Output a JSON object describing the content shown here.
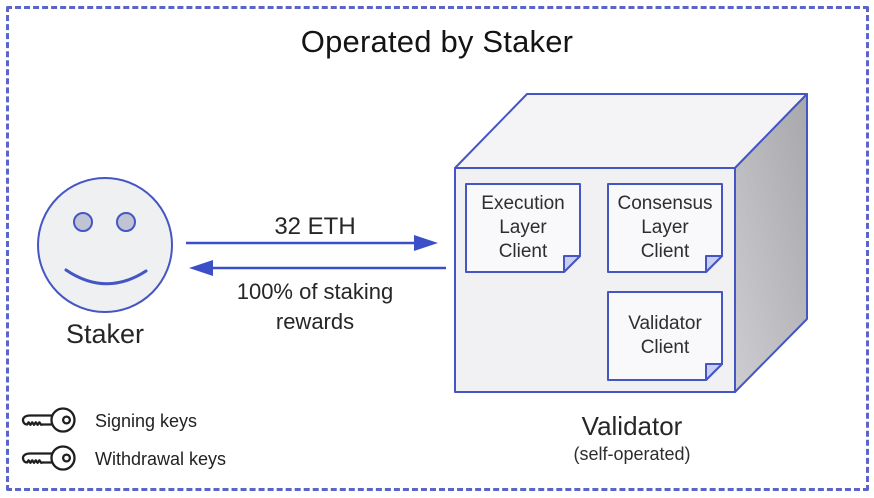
{
  "title": "Operated by Staker",
  "staker": {
    "label": "Staker",
    "icon": "smiley-face-icon"
  },
  "flows": {
    "deposit": {
      "label": "32 ETH",
      "direction": "staker-to-validator"
    },
    "rewards": {
      "label": "100% of staking\nrewards",
      "direction": "validator-to-staker"
    }
  },
  "validator": {
    "label": "Validator",
    "sublabel": "(self-operated)",
    "clients": [
      {
        "label": "Execution\nLayer\nClient"
      },
      {
        "label": "Consensus\nLayer\nClient"
      },
      {
        "label": "Validator\nClient"
      }
    ]
  },
  "legend": [
    {
      "icon": "key-icon",
      "label": "Signing keys"
    },
    {
      "icon": "key-icon",
      "label": "Withdrawal keys"
    }
  ],
  "colors": {
    "accent_blue": "#4456c4",
    "arrow_blue": "#3b50c8",
    "dashed_border": "#5a64c9",
    "box_front": "#f1f1f3",
    "box_top": "#f4f4f6",
    "box_side_dark": "#a8a8ac",
    "box_side_light": "#cdcdd1",
    "card_fill": "#f9f9fb",
    "fold_fill": "#c9cef2",
    "face_fill": "#eef0f2",
    "eye_fill": "#bfc3d4",
    "key_stroke": "#1f1f1f",
    "text_dark": "#1c1c1c"
  }
}
